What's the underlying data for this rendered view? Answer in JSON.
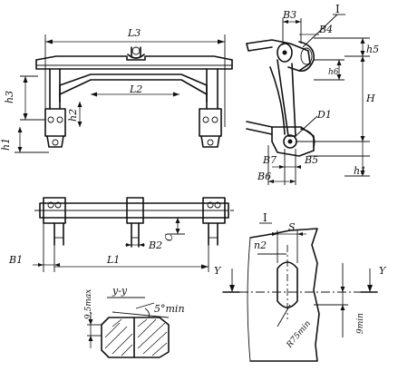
{
  "labels": {
    "L3": "L3",
    "L2": "L2",
    "L1": "L1",
    "h3": "h3",
    "h2": "h2",
    "h1": "h1",
    "h1_right": "h1",
    "h5": "h5",
    "h6": "h6",
    "H": "H",
    "B1": "B1",
    "B2": "B2",
    "B3": "B3",
    "B4": "B4",
    "B5": "B5",
    "B6": "B6",
    "B7": "B7",
    "D1": "D1",
    "C": "C",
    "I_top": "I",
    "I_detail": "I",
    "S": "S",
    "n2": "n2",
    "section": "y-y",
    "Y_left": "Y",
    "Y_right": "Y",
    "max_dim": "9,5max",
    "min_angle": "5°min",
    "min_radius": "R75min",
    "min_9": "9min"
  }
}
